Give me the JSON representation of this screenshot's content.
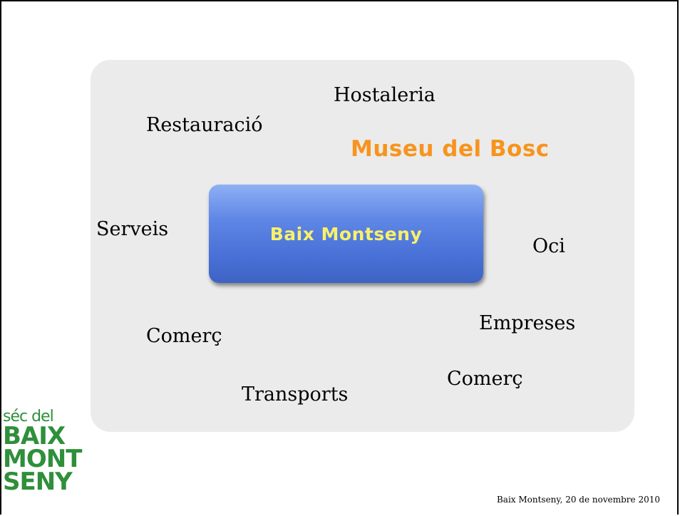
{
  "slide": {
    "words": {
      "hostaleria": "Hostaleria",
      "restauracio": "Restauració",
      "serveis": "Serveis",
      "oci": "Oci",
      "empreses": "Empreses",
      "comerc_left": "Comerç",
      "comerc_right": "Comerç",
      "transports": "Transports"
    },
    "highlight": "Museu del Bosc",
    "center": "Baix Montseny",
    "footer": "Baix Montseny, 20 de novembre 2010",
    "logo": {
      "line1": "séc del",
      "line2": "BAIX",
      "line3": "MONT",
      "line4": "SENY"
    }
  },
  "colors": {
    "panel": "#ebebeb",
    "highlight": "#f7941d",
    "center_box": "#5f87e6",
    "center_text": "#f8f06a",
    "logo": "#2f8f3a"
  }
}
